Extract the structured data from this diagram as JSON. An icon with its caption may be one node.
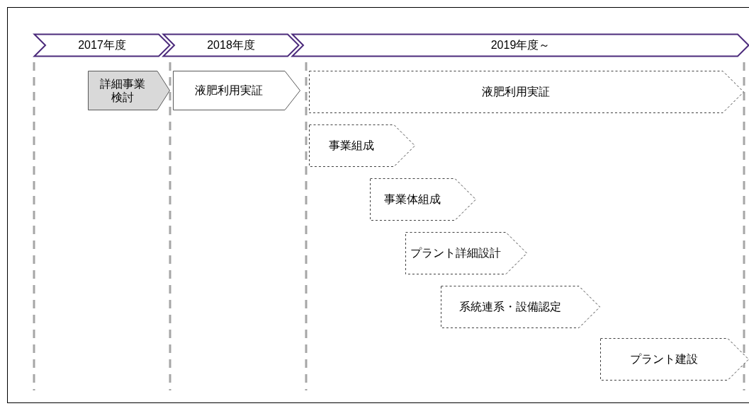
{
  "diagram": {
    "nodes": [
      {
        "text": [
          "2017年度"
        ]
      },
      {
        "text": [
          "2018年度"
        ]
      },
      {
        "text": [
          "2019年度～"
        ]
      },
      {
        "text": [
          "詳細事業検討"
        ]
      },
      {
        "text": [
          "液肥利用実証"
        ]
      },
      {
        "text": [
          "液肥利用実証"
        ]
      },
      {
        "text": [
          "事業組成"
        ]
      },
      {
        "text": [
          "事業体組成"
        ]
      },
      {
        "text": [
          "プラント詳細設計"
        ]
      },
      {
        "text": [
          "系統連系・設備認定"
        ]
      },
      {
        "text": [
          "プラント建設"
        ]
      }
    ],
    "edges": []
  }
}
